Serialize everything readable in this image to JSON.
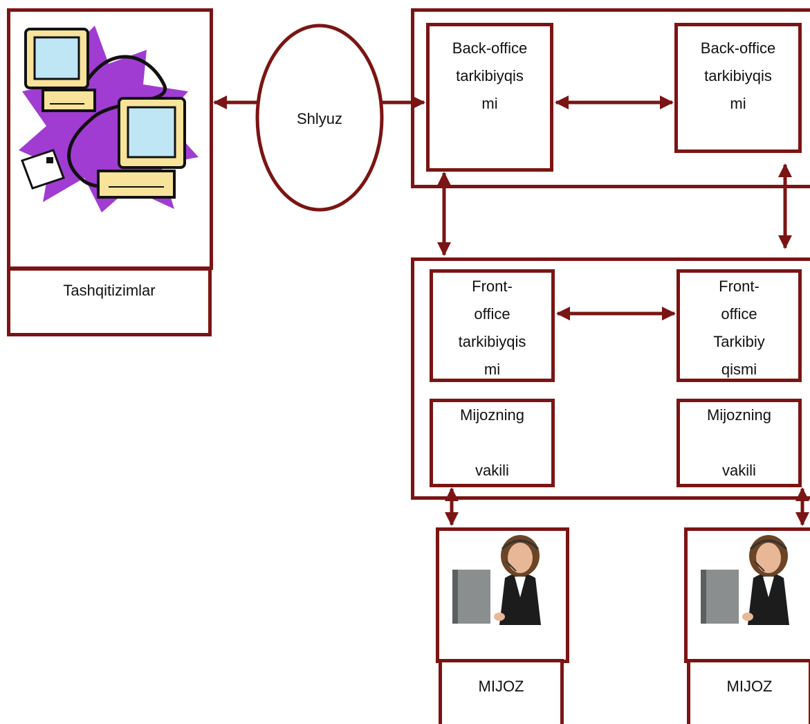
{
  "colors": {
    "border": "#7b1414",
    "arrow": "#7b1414",
    "text": "#111111",
    "computer_starburst": "#a03cd2",
    "computer_body": "#f7e39a",
    "computer_screen": "#bfe6f5"
  },
  "external_systems": {
    "label": "Tashqitizimlar",
    "icon": "computers-network-clipart"
  },
  "gateway": {
    "label": "Shlyuz"
  },
  "back_office": {
    "left_label": "Back-office\ntarkibiyqis\nmi",
    "right_label": "Back-office\ntarkibiyqis\nmi"
  },
  "front_office": {
    "left_label": "Front-\noffice\ntarkibiyqis\nmi",
    "right_label": "Front-\noffice\nTarkibiy\nqismi"
  },
  "representatives": {
    "left_label": "Mijozning\n\nvakili",
    "right_label": "Mijozning\n\nvakili"
  },
  "clients": [
    {
      "label": "MIJOZ",
      "icon": "client-operator-photo"
    },
    {
      "label": "MIJOZ",
      "icon": "client-operator-photo"
    }
  ]
}
